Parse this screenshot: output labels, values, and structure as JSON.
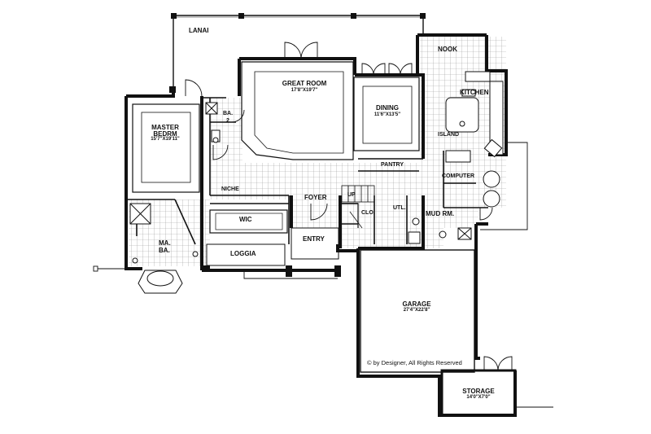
{
  "rooms": {
    "lanai": "LANAI",
    "great_room": {
      "name": "GREAT ROOM",
      "dims": "17'8\"X19'7\""
    },
    "dining": {
      "name": "DINING",
      "dims": "11'6\"X13'5\""
    },
    "nook": "NOOK",
    "kitchen": "KITCHEN",
    "island": "ISLAND",
    "pantry": "PANTRY",
    "computer": "COMPUTER",
    "master_bedroom": {
      "name_line1": "MASTER",
      "name_line2": "BEDRM",
      "dims": "15'7\"X19'11\""
    },
    "bath2": {
      "line1": "BA.",
      "line2": "2"
    },
    "niche": "NICHE",
    "foyer": "FOYER",
    "up": "UP",
    "closet": "CLO.",
    "utility": "UTL.",
    "mud_room": "MUD RM.",
    "wic": "WIC",
    "entry": "ENTRY",
    "master_bath": {
      "line1": "MA.",
      "line2": "BA."
    },
    "loggia": "LOGGIA",
    "garage": {
      "name": "GARAGE",
      "dims": "27'4\"X22'8\""
    },
    "storage": {
      "name": "STORAGE",
      "dims": "14'0\"X7'0\""
    }
  },
  "credit": "© by Designer, All Rights Reserved"
}
